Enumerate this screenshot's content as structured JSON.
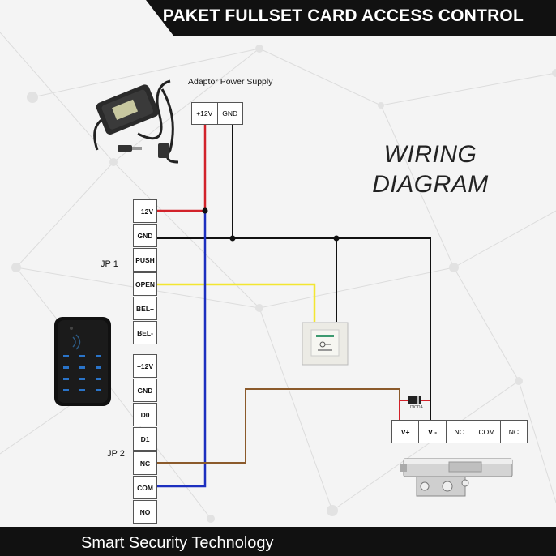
{
  "header": {
    "title": "PAKET FULLSET CARD ACCESS CONTROL"
  },
  "diagram_title": {
    "line1": "WIRING",
    "line2": "DIAGRAM"
  },
  "power_supply": {
    "title": "Adaptor Power Supply",
    "terminals": [
      "+12V",
      "GND"
    ]
  },
  "jp1": {
    "label": "JP 1",
    "terminals": [
      "+12V",
      "GND",
      "PUSH",
      "OPEN",
      "BEL+",
      "BEL-"
    ]
  },
  "jp2": {
    "label": "JP 2",
    "terminals": [
      "+12V",
      "GND",
      "D0",
      "D1",
      "NC",
      "COM",
      "NO"
    ]
  },
  "lock": {
    "terminals": [
      "V+",
      "V -",
      "NO",
      "COM",
      "NC"
    ]
  },
  "diode_label": "DIODA",
  "footer": {
    "text": "Smart Security Technology"
  },
  "colors": {
    "red": "#d2222a",
    "black": "#111111",
    "yellow": "#f2e631",
    "blue": "#1c2fbf",
    "brown": "#8b5a2b"
  }
}
